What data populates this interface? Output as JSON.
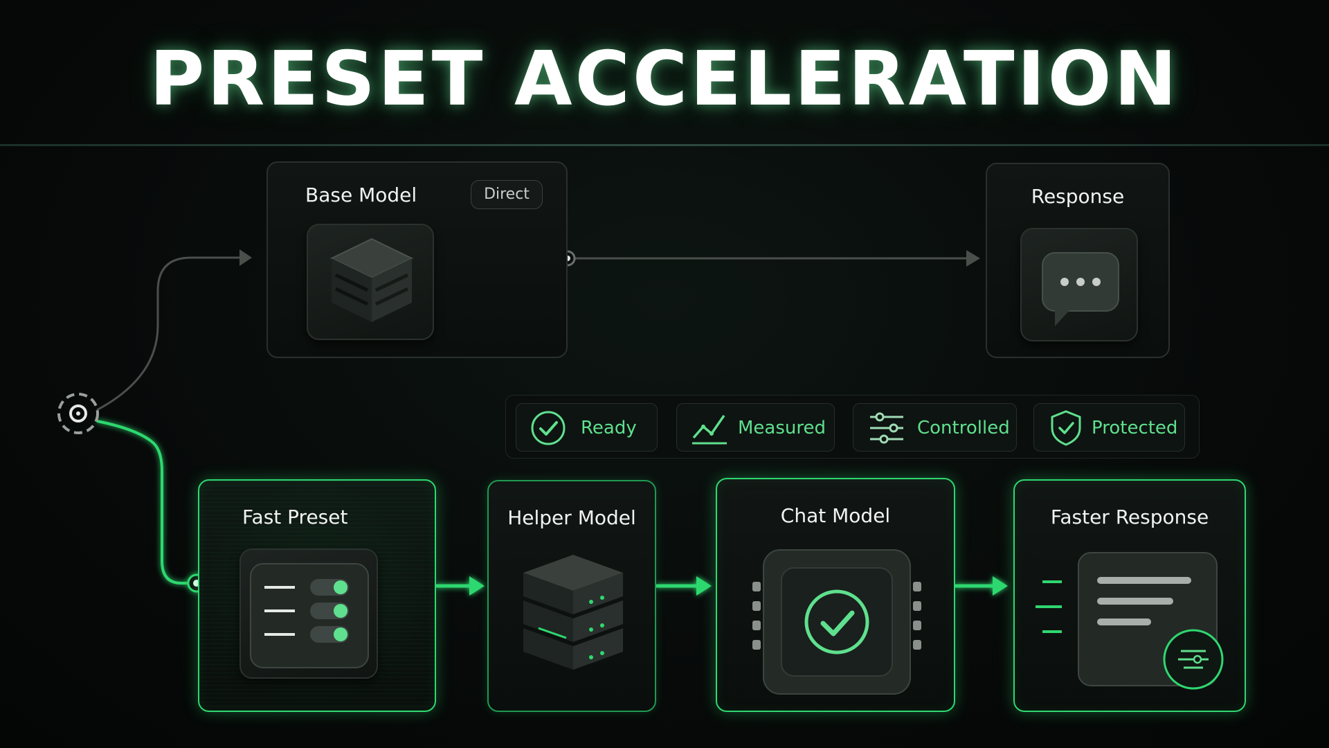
{
  "title": "PRESET ACCELERATION",
  "top_path": {
    "base_model": {
      "title": "Base Model",
      "badge": "Direct"
    },
    "response": {
      "title": "Response"
    }
  },
  "status_chips": [
    {
      "label": "Ready",
      "icon": "check-circle-icon"
    },
    {
      "label": "Measured",
      "icon": "line-chart-icon"
    },
    {
      "label": "Controlled",
      "icon": "sliders-icon"
    },
    {
      "label": "Protected",
      "icon": "shield-check-icon"
    }
  ],
  "bottom_path": [
    {
      "title": "Fast Preset",
      "icon": "toggle-switches-icon"
    },
    {
      "title": "Helper Model",
      "icon": "server-stack-icon"
    },
    {
      "title": "Chat Model",
      "icon": "chip-check-icon"
    },
    {
      "title": "Faster Response",
      "icon": "document-sliders-icon"
    }
  ],
  "colors": {
    "accent": "#2fd870",
    "accent_text": "#5fe08e",
    "neutral_line": "#4a4f4c",
    "background": "#070a09"
  }
}
